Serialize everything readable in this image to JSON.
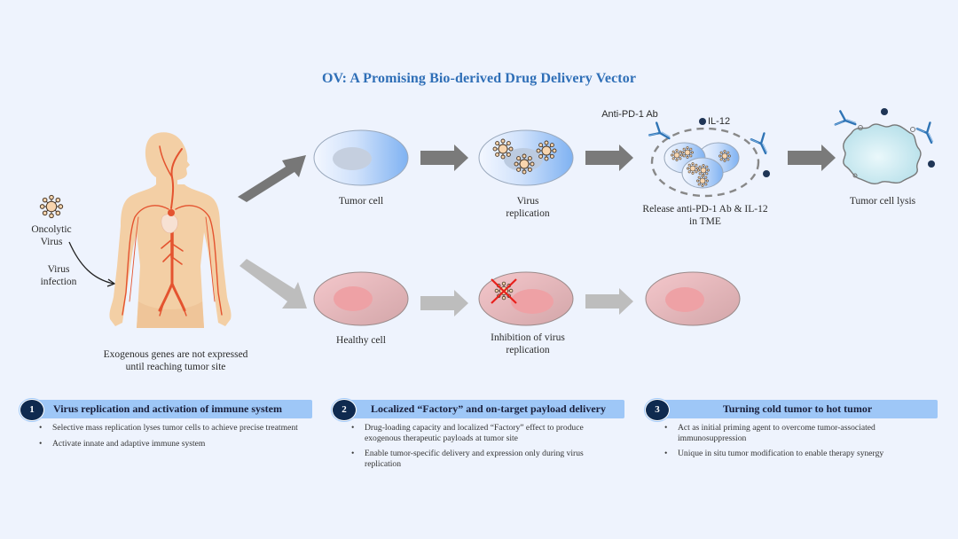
{
  "title": "OV: A Promising Bio-derived Drug Delivery Vector",
  "left": {
    "virus_label_line1": "Oncolytic",
    "virus_label_line2": "Virus",
    "infection_line1": "Virus",
    "infection_line2": "infection",
    "caption_line1": "Exogenous genes are not expressed",
    "caption_line2": "until reaching tumor site"
  },
  "tumor_path": {
    "step1": "Tumor cell",
    "step2_line1": "Virus",
    "step2_line2": "replication",
    "antibody_label": "Anti-PD-1 Ab",
    "cytokine_label": "IL-12",
    "step3_line1": "Release anti-PD-1 Ab & IL-12",
    "step3_line2": "in TME",
    "step4": "Tumor cell lysis"
  },
  "healthy_path": {
    "step1": "Healthy cell",
    "step2_line1": "Inhibition of virus",
    "step2_line2": "replication"
  },
  "panels": [
    {
      "number": "1",
      "heading": "Virus replication and activation of immune system",
      "bullets": [
        "Selective mass replication lyses tumor cells to achieve precise treatment",
        "Activate innate and adaptive immune system"
      ]
    },
    {
      "number": "2",
      "heading": "Localized “Factory” and on-target payload delivery",
      "bullets": [
        "Drug-loading capacity and localized “Factory” effect to produce exogenous therapeutic payloads at tumor site",
        "Enable tumor-specific delivery and expression only during virus replication"
      ]
    },
    {
      "number": "3",
      "heading": "Turning cold tumor to hot tumor",
      "bullets": [
        "Act as initial priming agent to overcome tumor-associated immunosuppression",
        "Unique in situ tumor modification to enable therapy synergy"
      ]
    }
  ],
  "colors": {
    "background": "#eef3fd",
    "title": "#2f6fb7",
    "panel_header": "#9ec7f7",
    "badge": "#0f2a4f",
    "skin": "#f3cfa5",
    "vessel": "#e4532f",
    "antibody": "#2f74b5",
    "cytokine": "#1f3556",
    "arrow_dark": "#7a7a7a",
    "arrow_light": "#bdbdbd"
  }
}
